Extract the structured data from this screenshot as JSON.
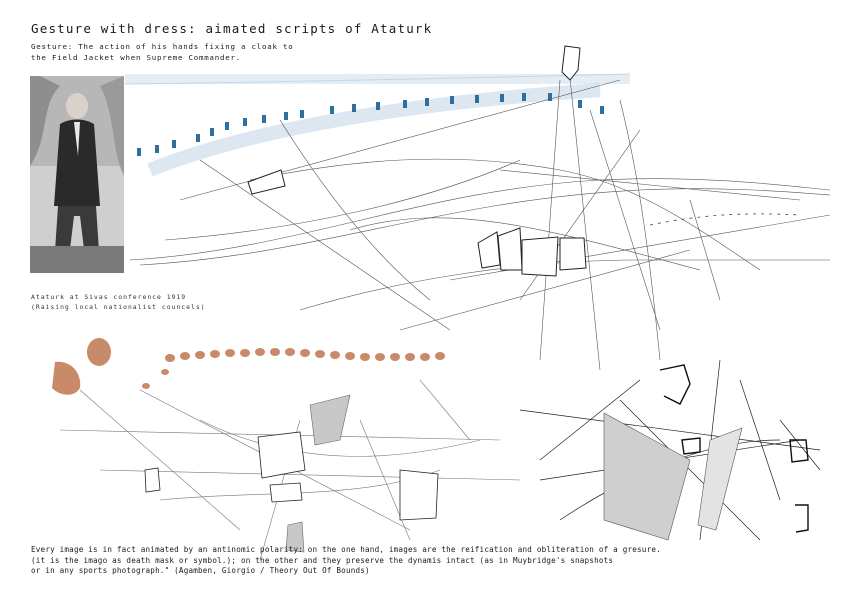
{
  "title": "Gesture with dress: aimated scripts of Ataturk",
  "subtitle": {
    "line1": "Gesture: The action of his hands fixing a cloak to",
    "line2": "the Field Jacket when Supreme Commander."
  },
  "photo_caption": {
    "line1": "Ataturk at Sivas conference 1919",
    "line2": "(Raising local nationalist councels)"
  },
  "quote": {
    "line1": "Every image is in fact animated by an antinomic polarity: on the one hand, images are the reification and obliteration of a gresure.",
    "line2": "(it is the imago as death mask or symbol.); on the other and  they preserve the dynamis intact (as in Muybridge's snapshots",
    "line3": "or in any sports photograph.\" (Agamben, Giorgio / Theory Out Of Bounds)"
  },
  "colors": {
    "ink": "#1a1a1a",
    "blue_figures": "#2f6f9e",
    "skin": "#c98a6a"
  }
}
